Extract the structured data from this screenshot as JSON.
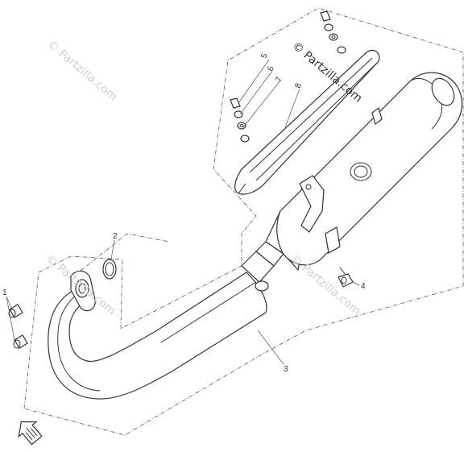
{
  "diagram": {
    "callouts": [
      {
        "id": "1",
        "label": "1"
      },
      {
        "id": "2",
        "label": "2"
      },
      {
        "id": "3",
        "label": "3"
      },
      {
        "id": "4",
        "label": "4"
      },
      {
        "id": "5",
        "label": "5"
      },
      {
        "id": "6",
        "label": "6"
      },
      {
        "id": "7",
        "label": "7"
      },
      {
        "id": "8",
        "label": "8"
      }
    ],
    "watermark": {
      "text": "© Partzilla.com"
    },
    "direction_arrow_icon": "front-arrow-icon"
  }
}
